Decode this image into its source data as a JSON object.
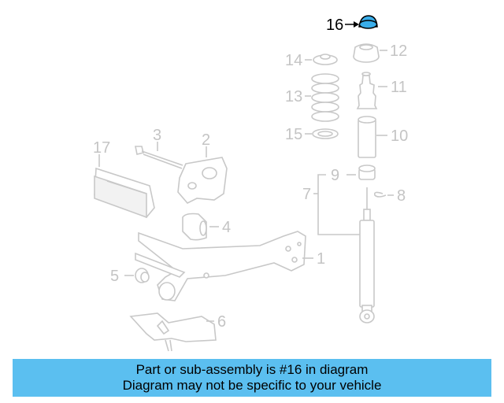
{
  "diagram": {
    "callouts": {
      "c1": "1",
      "c2": "2",
      "c3": "3",
      "c4": "4",
      "c5": "5",
      "c6": "6",
      "c7": "7",
      "c8": "8",
      "c9": "9",
      "c10": "10",
      "c11": "11",
      "c12": "12",
      "c13": "13",
      "c14": "14",
      "c15": "15",
      "c16": "16",
      "c17": "17"
    },
    "highlight_color": "#3aaeea"
  },
  "caption": {
    "line1": "Part or sub-assembly is #16 in diagram",
    "line2": "Diagram may not be specific to your vehicle",
    "background": "#5bbff0"
  }
}
